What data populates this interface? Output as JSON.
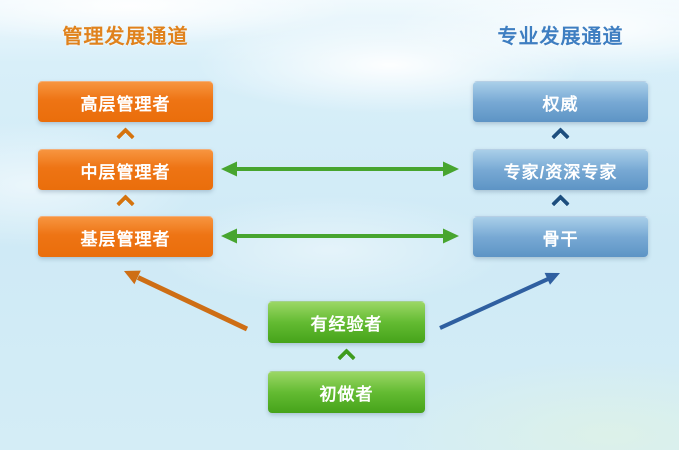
{
  "diagram": {
    "left_channel": {
      "title": "管理发展通道",
      "title_color": "#E0821C",
      "box_gradient_top": "#F7953F",
      "box_gradient_bottom": "#EA6E0B",
      "levels": [
        "高层管理者",
        "中层管理者",
        "基层管理者"
      ]
    },
    "right_channel": {
      "title": "专业发展通道",
      "title_color": "#3E7EC1",
      "box_gradient_top": "#A9CFE9",
      "box_gradient_bottom": "#5D94C5",
      "levels": [
        "权威",
        "专家/资深专家",
        "骨干"
      ]
    },
    "entry_track": {
      "box_gradient_top": "#9BD765",
      "box_gradient_bottom": "#46A31A",
      "levels": [
        "有经验者",
        "初做者"
      ]
    },
    "connectors": {
      "crossover_arrow_color": "#47A52F",
      "to_management_arrow_color": "#CE6E15",
      "to_professional_arrow_color": "#2F5FA0",
      "management_chevron_color": "#D5730E",
      "professional_chevron_color": "#1D4E7E",
      "entry_chevron_color": "#3F9C1E"
    }
  }
}
